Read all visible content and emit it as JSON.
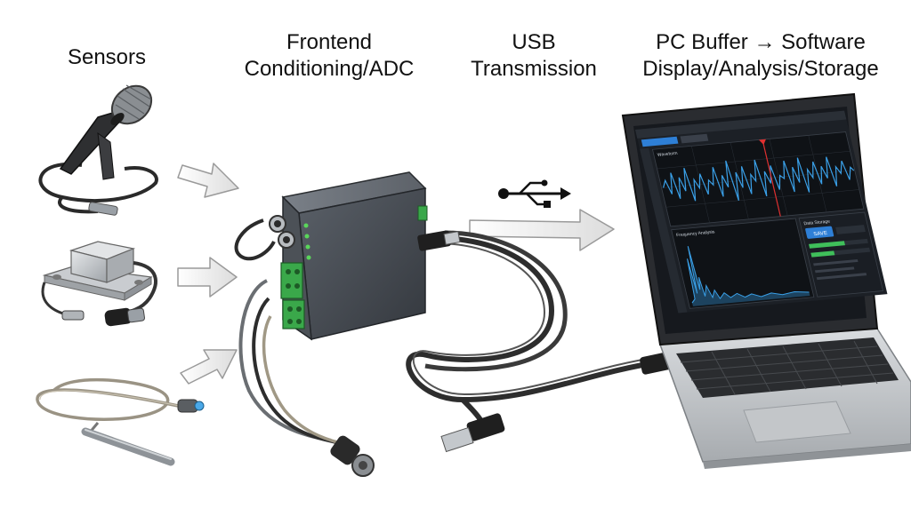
{
  "headings": {
    "sensors": "Sensors",
    "frontend": [
      "Frontend",
      "Conditioning/ADC"
    ],
    "usb": [
      "USB",
      "Transmission"
    ],
    "pc": [
      "PC Buffer → Software",
      "Display/Analysis/Storage"
    ]
  },
  "screen": {
    "waveform_label": "Waveform",
    "frequency_label": "Frequency Analysis",
    "storage_label": "Data Storage",
    "save_button": "SAVE"
  },
  "icons": [
    "microphone-icon",
    "accelerometer-icon",
    "temperature-probe-icon",
    "usb-symbol-icon",
    "daq-device-icon",
    "usb-plug-icon",
    "laptop-icon"
  ],
  "colors": {
    "waveform": "#3aa0e8",
    "marker": "#e03030",
    "indicator_led": "#5ad65a",
    "terminal_block": "#3aa84a",
    "save_button": "#2e7fd6"
  }
}
